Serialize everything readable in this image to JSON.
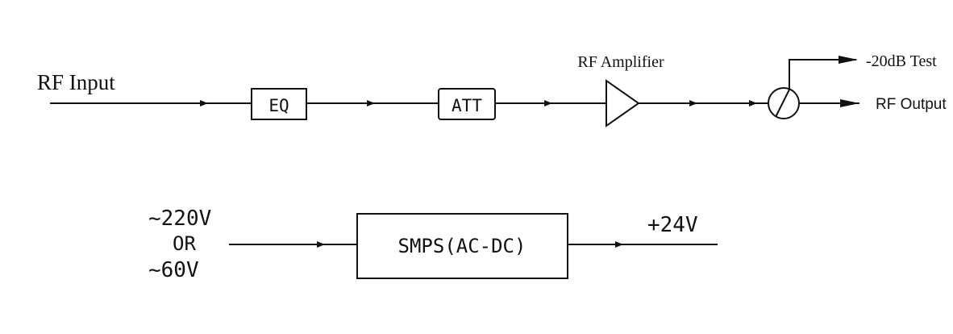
{
  "signal_chain": {
    "input_label": "RF Input",
    "eq_label": "EQ",
    "att_label": "ATT",
    "amplifier_label": "RF Amplifier",
    "test_port_label": "-20dB Test",
    "output_label": "RF Output"
  },
  "power_chain": {
    "input_line_1": "~220V",
    "input_line_2": "OR",
    "input_line_3": "~60V",
    "smps_label": "SMPS(AC-DC)",
    "output_label": "+24V"
  },
  "colors": {
    "line": "#111111",
    "background": "#ffffff"
  }
}
